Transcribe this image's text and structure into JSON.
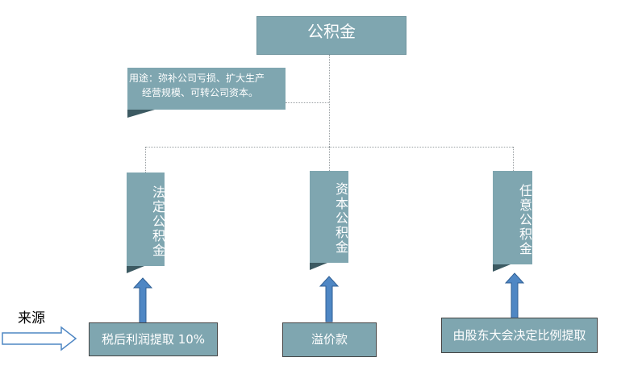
{
  "root": {
    "label": "公积金"
  },
  "note": {
    "line1": "用途：弥补公司亏损、扩大生产",
    "line2": "经营规模、可转公司资本。"
  },
  "branches": [
    {
      "label": "法定公积金",
      "source": "税后利润提取 10%"
    },
    {
      "label": "资本公积金",
      "source": "溢价款"
    },
    {
      "label": "任意公积金",
      "source": "由股东大会决定比例提取"
    }
  ],
  "legend": {
    "source_label": "来源"
  },
  "colors": {
    "box": "#7fa6b0",
    "box_dark": "#3c5a62",
    "arrow": "#4f87c4"
  }
}
